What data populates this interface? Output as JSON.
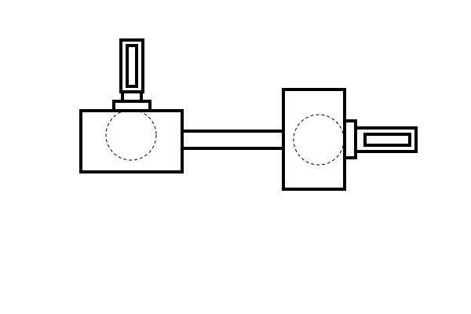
{
  "diagram": {
    "stroke_color": "#000000",
    "background_color": "#ffffff",
    "components": [
      "left-gearbox",
      "left-vertical-shaft",
      "connecting-shaft",
      "right-gearbox",
      "right-horizontal-shaft"
    ]
  }
}
